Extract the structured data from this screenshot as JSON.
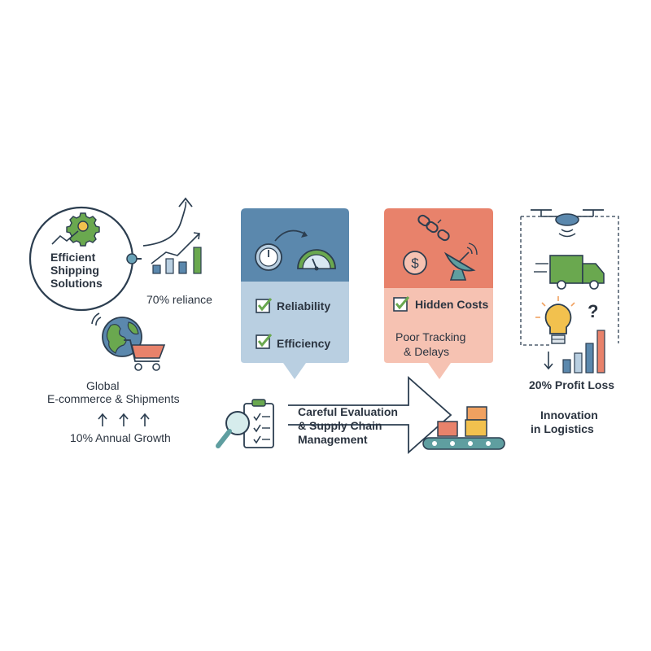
{
  "colors": {
    "navy": "#2c3e50",
    "green": "#6aa84f",
    "blue_dark": "#5b88ad",
    "blue_light": "#b9cfe1",
    "salmon_dark": "#e8826b",
    "salmon_light": "#f6c2b2",
    "teal": "#5f9ea0",
    "orange": "#f0a160",
    "gold": "#f2c14e"
  },
  "left": {
    "circle_title_line1": "Efficient",
    "circle_title_line2": "Shipping",
    "circle_title_line3": "Solutions",
    "reliance": "70% reliance",
    "global_line1": "Global",
    "global_line2": "E-commerce & Shipments",
    "growth": "10% Annual Growth"
  },
  "blue_panel": {
    "item1": "Reliability",
    "item2": "Efficiency"
  },
  "red_panel": {
    "item1": "Hidden Costs",
    "item2_line1": "Poor Tracking",
    "item2_line2": "& Delays"
  },
  "middle": {
    "eval_line1": "Careful Evaluation",
    "eval_line2": "& Supply Chain",
    "eval_line3": "Management"
  },
  "right": {
    "profit_loss": "20% Profit Loss",
    "innovation_line1": "Innovation",
    "innovation_line2": "in Logistics",
    "question_mark": "?"
  },
  "icons": [
    "gear-icon",
    "trend-arrow-icon",
    "bar-chart-icon",
    "globe-icon",
    "shopping-cart-icon",
    "stopwatch-icon",
    "speedometer-icon",
    "checkbox-icon",
    "broken-chain-icon",
    "dollar-coin-icon",
    "satellite-dish-icon",
    "magnifier-clipboard-icon",
    "conveyor-belt-icon",
    "drone-icon",
    "delivery-truck-icon",
    "lightbulb-icon",
    "down-arrow-icon",
    "up-arrow-icon"
  ]
}
